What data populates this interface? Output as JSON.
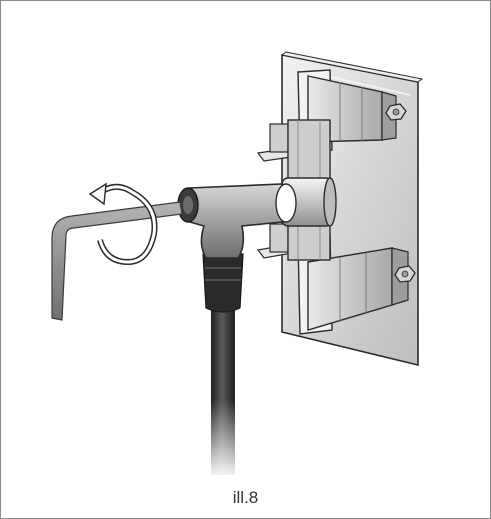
{
  "figure": {
    "caption": "ill.8",
    "depicts": [
      "mounting-plate",
      "angle-brackets",
      "bolts",
      "tee-connector",
      "cable",
      "hex-key",
      "rotation-arrow"
    ]
  },
  "colors": {
    "frame": "#8a8a8a",
    "outline": "#2b2b2b",
    "plate": "#dcdcdc",
    "cable": "#3c3c3c",
    "key": "#8c8c8c",
    "connector": "#a9a9a9",
    "caption": "#333333"
  }
}
